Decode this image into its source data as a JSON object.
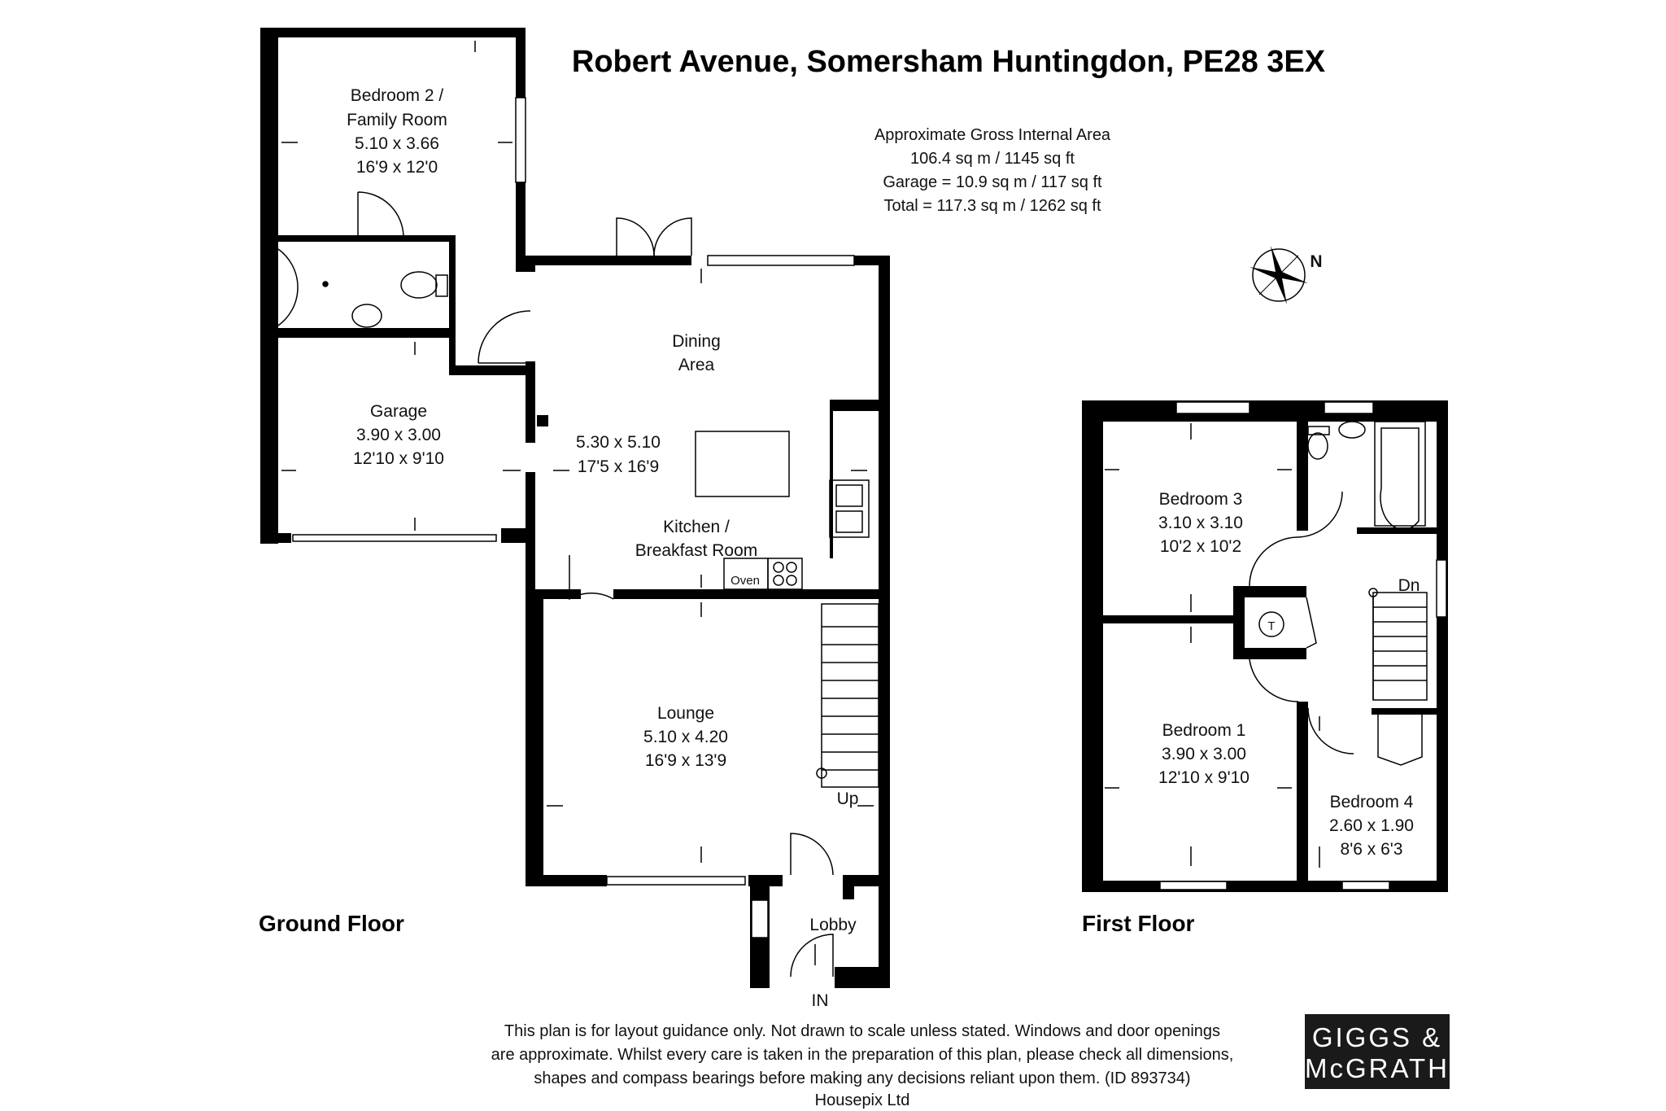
{
  "title": "Robert Avenue, Somersham Huntingdon, PE28 3EX",
  "area_lines": [
    "Approximate Gross Internal Area",
    "106.4 sq m / 1145 sq ft",
    "Garage = 10.9 sq m / 117 sq ft",
    "Total = 117.3 sq m / 1262 sq ft"
  ],
  "compass_label": "N",
  "floors": {
    "ground": "Ground Floor",
    "first": "First Floor"
  },
  "rooms": {
    "bedroom2": [
      "Bedroom 2 /",
      "Family Room",
      "5.10 x 3.66",
      "16'9 x 12'0"
    ],
    "garage": [
      "Garage",
      "3.90 x 3.00",
      "12'10 x 9'10"
    ],
    "dining": [
      "Dining",
      "Area"
    ],
    "kitchen_dims": [
      "5.30 x 5.10",
      "17'5 x 16'9"
    ],
    "kitchen": [
      "Kitchen /",
      "Breakfast Room"
    ],
    "lounge": [
      "Lounge",
      "5.10 x 4.20",
      "16'9 x 13'9"
    ],
    "lobby": "Lobby",
    "bedroom3": [
      "Bedroom 3",
      "3.10 x 3.10",
      "10'2 x 10'2"
    ],
    "bedroom1": [
      "Bedroom 1",
      "3.90 x 3.00",
      "12'10 x 9'10"
    ],
    "bedroom4": [
      "Bedroom 4",
      "2.60 x 1.90",
      "8'6 x 6'3"
    ]
  },
  "markers": {
    "oven": "Oven",
    "up": "Up",
    "dn": "Dn",
    "in": "IN",
    "tank": "T"
  },
  "disclaimer": [
    "This plan is for layout guidance only. Not drawn to scale unless stated. Windows and door openings",
    "are approximate. Whilst every care is taken in the preparation of this plan, please check all dimensions,",
    "shapes and compass bearings before making any decisions reliant upon them. (ID 893734)",
    "Housepix Ltd"
  ],
  "logo": [
    "GIGGS &",
    "McGRATH"
  ],
  "colors": {
    "wall": "#000000",
    "logo_bg": "#1a1a1a"
  }
}
